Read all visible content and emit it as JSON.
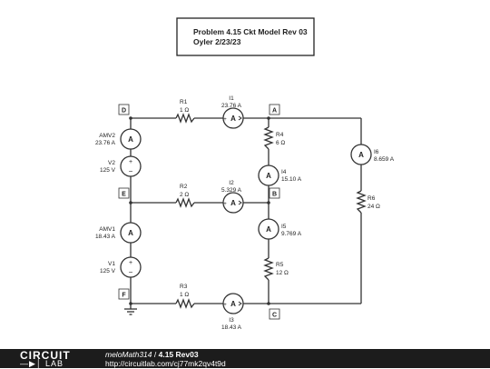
{
  "title": {
    "line1": "Problem 4.15 Ckt Model Rev 03",
    "line2": "Oyler 2/23/23"
  },
  "nodes": {
    "D": "D",
    "E": "E",
    "F": "F",
    "A": "A",
    "B": "B",
    "C": "C"
  },
  "resistors": {
    "R1": {
      "name": "R1",
      "value": "1 Ω"
    },
    "R2": {
      "name": "R2",
      "value": "2 Ω"
    },
    "R3": {
      "name": "R3",
      "value": "1 Ω"
    },
    "R4": {
      "name": "R4",
      "value": "6 Ω"
    },
    "R5": {
      "name": "R5",
      "value": "12 Ω"
    },
    "R6": {
      "name": "R6",
      "value": "24 Ω"
    }
  },
  "ammeters": {
    "I1": {
      "name": "I1",
      "value": "23.76 A"
    },
    "I2": {
      "name": "I2",
      "value": "5.329 A"
    },
    "I3": {
      "name": "I3",
      "value": "18.43 A"
    },
    "I4": {
      "name": "I4",
      "value": "15.10 A"
    },
    "I5": {
      "name": "I5",
      "value": "9.769 A"
    },
    "I6": {
      "name": "I6",
      "value": "8.659 A"
    },
    "AMV1": {
      "name": "AMV1",
      "value": "18.43 A"
    },
    "AMV2": {
      "name": "AMV2",
      "value": "23.76 A"
    },
    "glyph": "A"
  },
  "sources": {
    "V1": {
      "name": "V1",
      "value": "125 V"
    },
    "V2": {
      "name": "V2",
      "value": "125 V"
    },
    "plus": "+",
    "minus": "−"
  },
  "footer": {
    "logo_top": "CIRCUIT",
    "logo_bottom": "LAB",
    "user": "meloMath314",
    "separator": " / ",
    "circuit_name": "4.15 Rev03",
    "url": "http://circuitlab.com/cj77mk2qv4t9d"
  }
}
